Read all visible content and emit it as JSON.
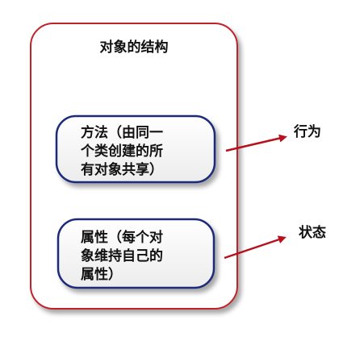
{
  "diagram": {
    "container": {
      "title": "对象的结构",
      "border_color": "#c0202a"
    },
    "methods_box": {
      "lines": [
        "方法（由同一",
        "个类创建的所",
        "有对象共享）"
      ],
      "border_color": "#1f2a7a"
    },
    "attributes_box": {
      "lines": [
        "属性（每个对",
        "象维持自己的",
        "属性）"
      ],
      "border_color": "#1f2a7a"
    },
    "behavior_label": "行为",
    "state_label": "状态",
    "arrow_color": "#b8101c"
  }
}
